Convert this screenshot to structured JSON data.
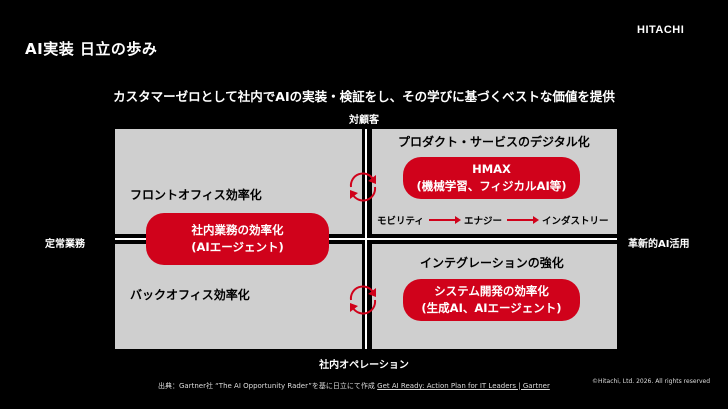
{
  "header": {
    "title": "AI実装 日立の歩み",
    "brand": "HITACHI"
  },
  "subtitle": "カスタマーゼロとして社内でAIの実装・検証をし、その学びに基づくベストな価値を提供",
  "axes": {
    "top": "対顧客",
    "bottom": "社内オペレーション",
    "left": "定常業務",
    "right": "革新的AI活用"
  },
  "quadrants": {
    "top_left": "フロントオフィス効率化",
    "bottom_left": "バックオフィス効率化",
    "top_right": "プロダクト・サービスのデジタル化",
    "bottom_right": "インテグレーションの強化"
  },
  "pills": {
    "hmax": {
      "line1": "HMAX",
      "line2": "(機械学習、フィジカルAI等)"
    },
    "inhouse": {
      "line1": "社内業務の効率化",
      "line2": "(AIエージェント)"
    },
    "sysdev": {
      "line1": "システム開発の効率化",
      "line2": "(生成AI、AIエージェント)"
    }
  },
  "flow": [
    "モビリティ",
    "エナジー",
    "インダストリー"
  ],
  "footer": {
    "source_prefix": "出典：Gartner社 “The AI Opportunity Rader”を基に日立にて作成",
    "source_link": "Get AI Ready: Action Plan for IT Leaders | Gartner",
    "copyright": "©Hitachi, Ltd. 2026. All rights reserved"
  },
  "colors": {
    "accent": "#d0021b",
    "quadrant": "#cfcfcf",
    "background": "#000000"
  },
  "icons": {
    "cycle": "cycle-arrows-icon"
  }
}
